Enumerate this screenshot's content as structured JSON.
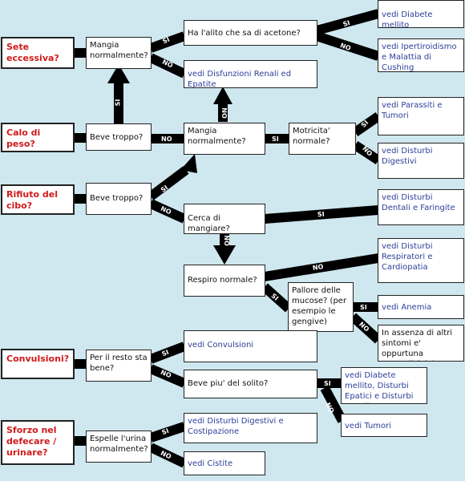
{
  "symptoms": [
    {
      "id": "sete",
      "label": "Sete eccessiva?"
    },
    {
      "id": "calo",
      "label": "Calo di peso?"
    },
    {
      "id": "rifiuto",
      "label": "Rifiuto del cibo?"
    },
    {
      "id": "convulsioni",
      "label": "Convulsioni?"
    },
    {
      "id": "sforzo",
      "label": "Sforzo nel defecare / urinare?"
    }
  ],
  "questions": {
    "mangia_1": "Mangia normalmente?",
    "alito": "Ha l'alito che sa di acetone?",
    "beve_1": "Beve troppo?",
    "mangia_2": "Mangia normalmente?",
    "motricita": "Motricita' normale?",
    "beve_2": "Beve troppo?",
    "cerca": "Cerca di mangiare?",
    "respiro": "Respiro normale?",
    "pallore": "Pallore delle mucose? (per esempio le gengive)",
    "resto": "Per il resto sta bene?",
    "beve_piu": "Beve piu' del solito?",
    "urina": "Espelle l'urina normalmente?"
  },
  "outcomes": {
    "diabete": "vedi Diabete mellito",
    "ipertiroidismo": "vedi Ipertiroidismo e Malattia di Cushing",
    "renali_epatite": "vedi Disfunzioni Renali ed Epatite",
    "parassiti": "vedi Parassiti e Tumori",
    "digestivi": "vedi Disturbi Digestivi",
    "dentali": "vedi Disturbi Dentali e Faringite",
    "respiratori": "vedi Disturbi Respiratori e Cardiopatia",
    "anemia": "vedi Anemia",
    "sangue": "In assenza di altri sintomi e' oppurtuna un'analisi del sangue",
    "convulsioni": "vedi Convulsioni",
    "diabete_epatici": "vedi Diabete mellito, Disturbi Epatici e Disturbi Renali",
    "tumori": "vedi Tumori",
    "digestivi_costipazione": "vedi Disturbi Digestivi e Costipazione",
    "cistite": "vedi Cistite"
  },
  "branch_labels": {
    "yes": "SI",
    "no": "NO"
  },
  "colors": {
    "background": "#cfe7ef",
    "symptom_text": "#d11a1a",
    "outcome_text": "#2d3f9a",
    "connector": "#000000"
  }
}
